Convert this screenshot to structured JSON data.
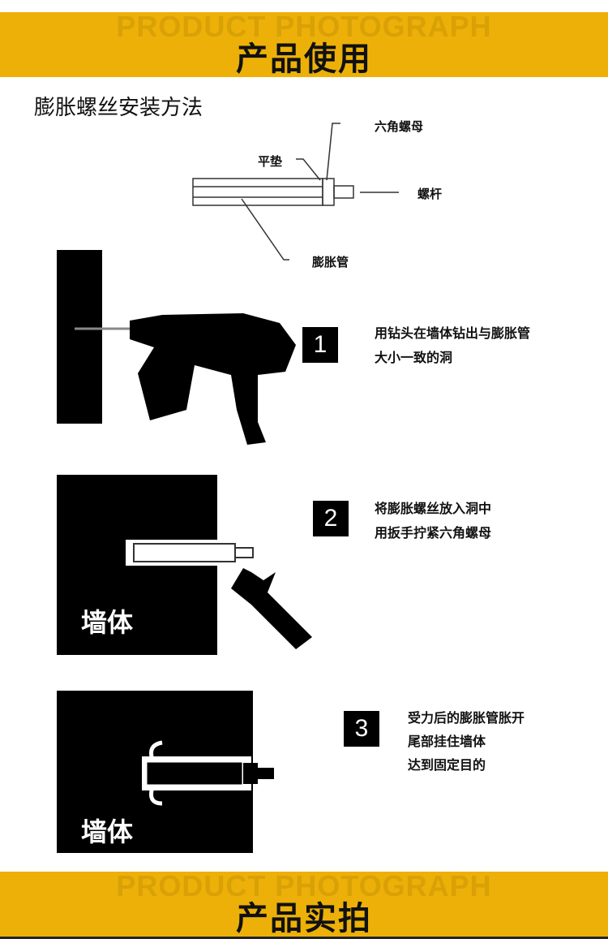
{
  "top_banner": {
    "watermark": "PRODUCT PHOTOGRAPH",
    "title": "产品使用"
  },
  "section_title": "膨胀螺丝安装方法",
  "parts": {
    "nut": "六角螺母",
    "washer": "平垫",
    "rod": "螺杆",
    "sleeve": "膨胀管"
  },
  "steps": [
    {
      "number": "1",
      "lines": [
        "用钻头在墙体钻出与膨胀管",
        "大小一致的洞"
      ]
    },
    {
      "number": "2",
      "lines": [
        "将膨胀螺丝放入洞中",
        "用扳手拧紧六角螺母"
      ],
      "wall_label": "墙体"
    },
    {
      "number": "3",
      "lines": [
        "受力后的膨胀管胀开",
        "尾部挂住墙体",
        "达到固定目的"
      ],
      "wall_label": "墙体"
    }
  ],
  "bottom_banner": {
    "watermark": "PRODUCT PHOTOGRAPH",
    "title": "产品实拍"
  }
}
